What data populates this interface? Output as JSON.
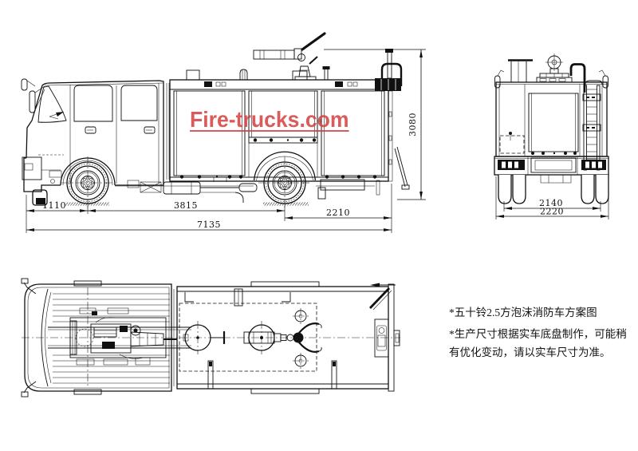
{
  "watermark": {
    "text": "Fire-trucks.com",
    "color": "#d23c3c"
  },
  "notes": {
    "line1": "*五十铃2.5方泡沫消防车方案图",
    "line2": "*生产尺寸根据实车底盘制作，可能稍",
    "line3": "有优化变动，请以实车尺寸为准。"
  },
  "dimensions": {
    "front_overhang": "1110",
    "wheelbase": "3815",
    "rear_overhang": "2210",
    "total_length": "7135",
    "overall_height": "3080",
    "rear_inner_width": "2140",
    "overall_width": "2220"
  }
}
